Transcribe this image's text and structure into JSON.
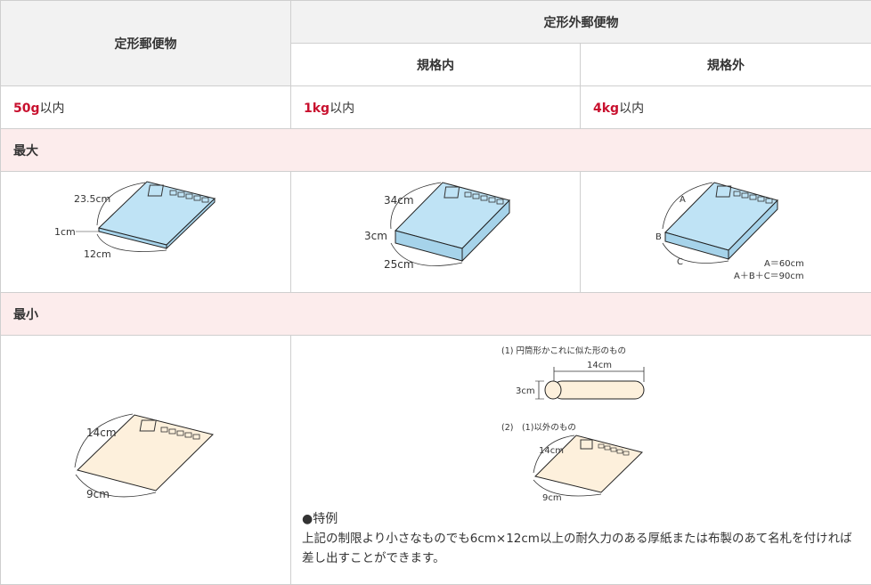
{
  "header": {
    "teikei": "定形郵便物",
    "teikeigai": "定形外郵便物",
    "kikakunai": "規格内",
    "kikakugai": "規格外"
  },
  "weights": [
    {
      "num": "50g",
      "suffix": "以内"
    },
    {
      "num": "1kg",
      "suffix": "以内"
    },
    {
      "num": "4kg",
      "suffix": "以内"
    }
  ],
  "sections": {
    "max": "最大",
    "min": "最小"
  },
  "max_teikei": {
    "long": "23.5cm",
    "thick": "1cm",
    "short": "12cm"
  },
  "max_kikakunai": {
    "long": "34cm",
    "thick": "3cm",
    "short": "25cm"
  },
  "max_kikakugai": {
    "a": "A",
    "b": "B",
    "c": "C",
    "rule1": "A＝60cm",
    "rule2": "A＋B＋C＝90cm"
  },
  "min_teikei": {
    "long": "14cm",
    "short": "9cm"
  },
  "min_teikeigai": {
    "case1": "(1) 円筒形かこれに似た形のもの",
    "length": "14cm",
    "diameter": "3cm",
    "case2": "(2)　(1)以外のもの",
    "long": "14cm",
    "short": "9cm"
  },
  "note": {
    "title": "●特例",
    "body": "上記の制限より小さなものでも6cm×12cm以上の耐久力のある厚紙または布製のあて名札を付ければ差し出すことができます。"
  },
  "colors": {
    "accent": "#c8102e",
    "blue": "#bfe3f5",
    "beige": "#fdf0dc",
    "band": "#fcecec"
  }
}
